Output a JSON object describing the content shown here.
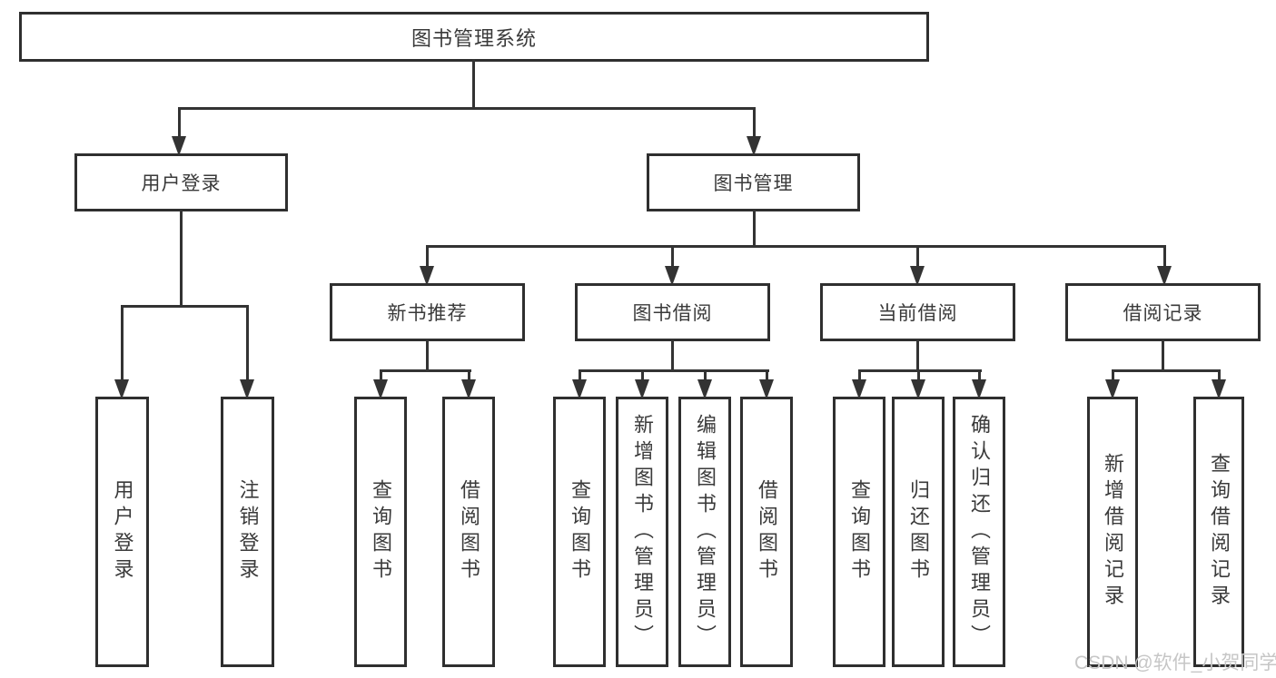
{
  "diagram": {
    "title": "图书管理系统",
    "level2": {
      "user_login": "用户登录",
      "book_mgmt": "图书管理"
    },
    "level3": {
      "new_books": "新书推荐",
      "book_borrow": "图书借阅",
      "current_borrow": "当前借阅",
      "borrow_records": "借阅记录"
    },
    "leaves": {
      "user_login": [
        "用户登录",
        "注销登录"
      ],
      "new_books": [
        "查询图书",
        "借阅图书"
      ],
      "book_borrow": [
        "查询图书",
        "新增图书（管理员）",
        "编辑图书（管理员）",
        "借阅图书"
      ],
      "current_borrow": [
        "查询图书",
        "归还图书",
        "确认归还（管理员）"
      ],
      "borrow_records": [
        "新增借阅记录",
        "查询借阅记录"
      ]
    },
    "watermark": "CSDN @软件_小贺同学"
  },
  "colors": {
    "line": "#333333",
    "box_border": "#2f2f2f",
    "text": "#3a3a3a",
    "background": "#ffffff",
    "watermark": "#c6c6c6"
  }
}
